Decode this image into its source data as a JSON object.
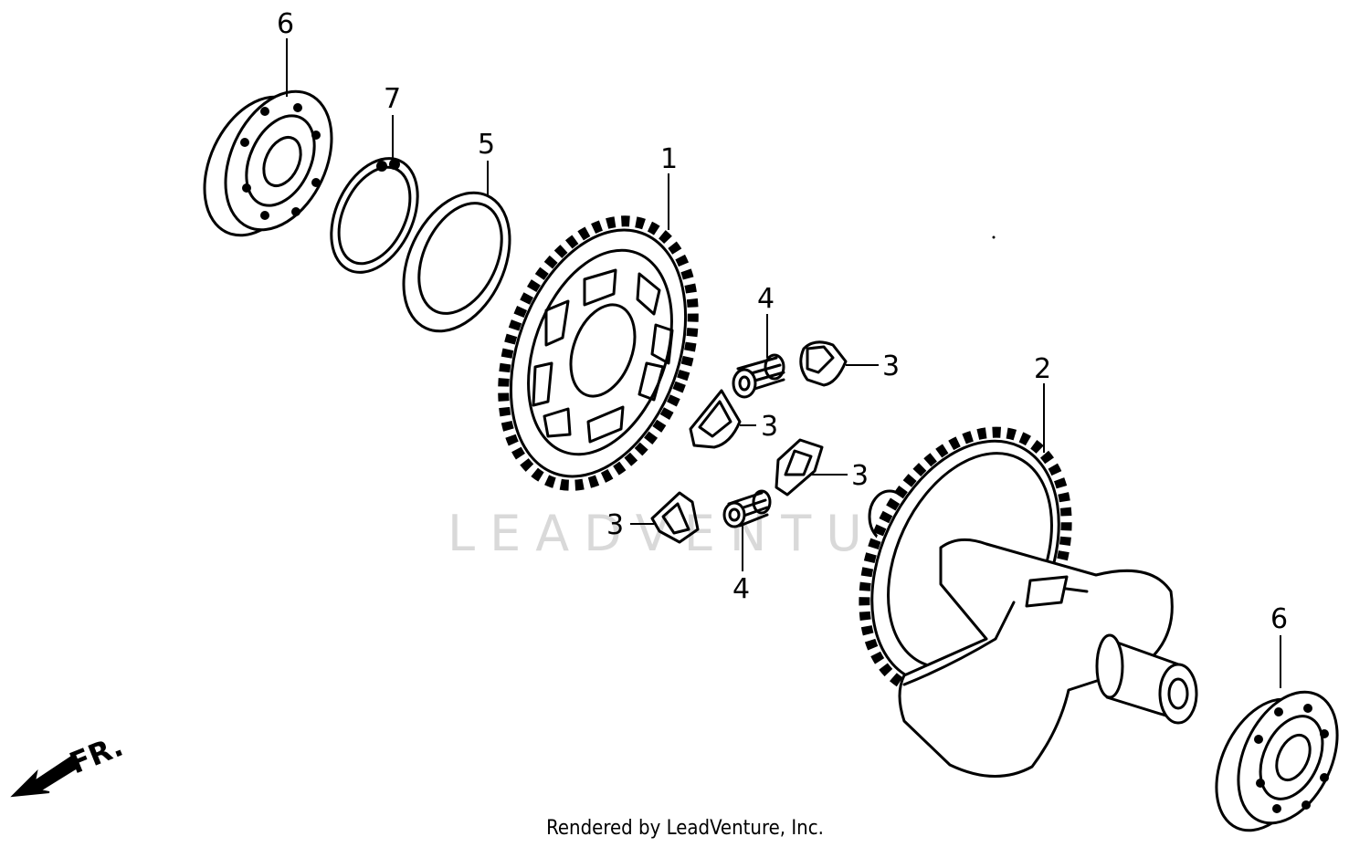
{
  "watermark": "LEADVENTURE",
  "direction_label": "FR.",
  "footer": "Rendered by LeadVenture, Inc.",
  "callouts": {
    "bearing_left": "6",
    "ring": "7",
    "washer": "5",
    "driven_sprocket": "1",
    "spring_top": "4",
    "weight_top_right": "3",
    "weight_mid": "3",
    "weight_right": "3",
    "weight_left": "3",
    "spring_bottom": "4",
    "gear_shaft": "2",
    "bearing_right": "6"
  }
}
